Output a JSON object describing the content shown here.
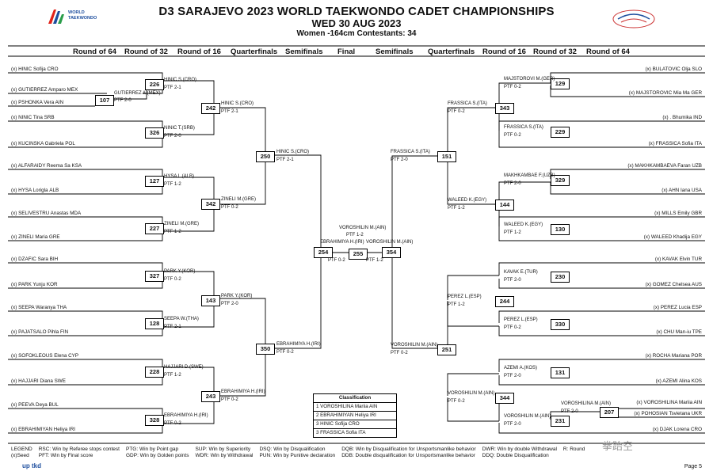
{
  "header": {
    "title": "D3 SARAJEVO 2023 WORLD TAEKWONDO CADET CHAMPIONSHIPS",
    "date": "WED 30 AUG 2023",
    "category": "Women -164cm  Contestants: 34",
    "logo_left_line1": "WORLD",
    "logo_left_line2": "TAEKWONDO"
  },
  "rounds": [
    "Round of 64",
    "Round of 32",
    "Round of 16",
    "Quarterfinals",
    "Semifinals",
    "Final",
    "Semifinals",
    "Quarterfinals",
    "Round of 16",
    "Round of 32",
    "Round of 64"
  ],
  "left_entries": [
    "(x) HINIC Sofija CRO",
    "(x) GUTIERREZ Amparo MEX",
    "(x) PSHONKA Vera AIN",
    "(x) NINIC Tina SRB",
    "(x) KUCINSKA Gabriela POL",
    "(x) ALFARAIDY Reema Sa KSA",
    "(x) HYSA Loriglа ALB",
    "(x) SELIVESTRU Anastas MDA",
    "(x) ZINELI Maria GRE",
    "(x) DZAFIC Sara BIH",
    "(x) PARK Yunju KOR",
    "(x) SEEPA Waranya THA",
    "(x) PAJATSALO Pihla FIN",
    "(x) SOFOKLEOUS Elena CYP",
    "(x) HAJJARI Diana SWE",
    "(x) PEEVA Deya BUL",
    "(x) EBRAHIMIYAN Heliya IRI"
  ],
  "right_entries": [
    "(x) BULATOVIC Olja SLO",
    "(x) MAJSTOROVIC Mia Ma GER",
    "(x) . Bhumika IND",
    "(x) FRASSICA Sofia ITA",
    "(x) MAKHKAMBAEVA Faran UZB",
    "(x) AHN Iana USA",
    "(x) MILLS Emily GBR",
    "(x) WALEED Khadija EGY",
    "(x) KAVAK Elvin TUR",
    "(x) GOMEZ Chelsea AUS",
    "(x) PEREZ Lucia ESP",
    "(x) CHU Man-iu TPE",
    "(x) ROCHA Mariana POR",
    "(x) AZEMI Alina KOS",
    "(x) VOROSHILINA Mariia AIN",
    "(x) POHOSIAN Tsvietana UKR",
    "(x) DJAK Lorena CRO"
  ],
  "matches": {
    "m107": {
      "num": "107",
      "winner": "GUTIERREZ A.(MEX)",
      "result": "PTF 2-0"
    },
    "m226": {
      "num": "226",
      "winner": "HINIC S.(CRO)",
      "result": "PTF 2-1"
    },
    "m326": {
      "num": "326",
      "winner": "NINIC T.(SRB)",
      "result": "PTF 2-0"
    },
    "m127": {
      "num": "127",
      "winner": "HYSA L.(ALB)",
      "result": "PTF 1-2"
    },
    "m227": {
      "num": "227",
      "winner": "ZINELI M.(GRE)",
      "result": "PTF 1-2"
    },
    "m327": {
      "num": "327",
      "winner": "PARK Y.(KOR)",
      "result": "PTF 0-2"
    },
    "m128": {
      "num": "128",
      "winner": "SEEPA W.(THA)",
      "result": "PTF 2-1"
    },
    "m228": {
      "num": "228",
      "winner": "HAJJARI D.(SWE)",
      "result": "PTF 1-2"
    },
    "m328": {
      "num": "328",
      "winner": "EBRAHIMIYA H.(IRI)",
      "result": "PTF 0-2"
    },
    "m242": {
      "num": "242",
      "winner": "HINIC S.(CRO)",
      "result": "PTF 2-1"
    },
    "m342": {
      "num": "342",
      "winner": "ZINELI M.(GRE)",
      "result": "PTF 0-2"
    },
    "m143": {
      "num": "143",
      "winner": "PARK Y.(KOR)",
      "result": "PTF 2-0"
    },
    "m243": {
      "num": "243",
      "winner": "EBRAHIMIYA H.(IRI)",
      "result": "PTF 0-2"
    },
    "m250": {
      "num": "250",
      "winner": "HINIC S.(CRO)",
      "result": "PTF 2-1"
    },
    "m350": {
      "num": "350",
      "winner": "EBRAHIMIYA H.(IRI)",
      "result": "PTF 0-2"
    },
    "m254": {
      "num": "254",
      "winner": "EBRAHIMIYA H.(IRI)",
      "result": "PTF 0-2"
    },
    "m255": {
      "num": "255",
      "winner": "VOROSHILIN M.(AIN)",
      "result": "PTF 1-2"
    },
    "m354": {
      "num": "354",
      "winner": "VOROSHILIN M.(AIN)",
      "result": "PTF 1-2"
    },
    "m129": {
      "num": "129",
      "winner": "MAJSTOROVI M.(GER)",
      "result": "PTF 0-2"
    },
    "m229": {
      "num": "229",
      "winner": "FRASSICA S.(ITA)",
      "result": "PTF 0-2"
    },
    "m329": {
      "num": "329",
      "winner": "MAKHKAMBAE F.(UZB)",
      "result": "PTF 2-0"
    },
    "m130": {
      "num": "130",
      "winner": "WALEED K.(EGY)",
      "result": "PTF 1-2"
    },
    "m230": {
      "num": "230",
      "winner": "KAVAK E.(TUR)",
      "result": "PTF 2-0"
    },
    "m330": {
      "num": "330",
      "winner": "PEREZ L.(ESP)",
      "result": "PTF 0-2"
    },
    "m131": {
      "num": "131",
      "winner": "AZEMI A.(KOS)",
      "result": "PTF 2-0"
    },
    "m231": {
      "num": "231",
      "winner": "VOROSHILIN M.(AIN)",
      "result": "PTF 2-0"
    },
    "m207": {
      "num": "207",
      "winner": "VOROSHILINA M.(AIN)",
      "result": "PTF 2-0"
    },
    "m343": {
      "num": "343",
      "winner": "FRASSICA S.(ITA)",
      "result": "PTF 0-2"
    },
    "m144": {
      "num": "144",
      "winner": "WALEED K.(EGY)",
      "result": "PTF 1-2"
    },
    "m244": {
      "num": "244",
      "winner": "PEREZ L.(ESP)",
      "result": "PTF 1-2"
    },
    "m344": {
      "num": "344",
      "winner": "VOROSHILIN M.(AIN)",
      "result": "PTF 0-2"
    },
    "m151": {
      "num": "151",
      "winner": "FRASSICA S.(ITA)",
      "result": "PTF 2-0"
    },
    "m251": {
      "num": "251",
      "winner": "VOROSHILIN M.(AIN)",
      "result": "PTF 0-2"
    }
  },
  "classification": {
    "title": "Classification",
    "rows": [
      "1 VOROSHILINA Mariia AIN",
      "2 EBRAHIMIYAN Heliya IRI",
      "3 HINIC Sofija CRO",
      "3 FRASSICA Sofia ITA"
    ]
  },
  "legend": {
    "label": "LEGEND",
    "seed": "(x)Seed",
    "col1": [
      "RSC: Win by Referee stops contest",
      "PFT: Win by Final score"
    ],
    "col2": [
      "PTG: Win by Point gap",
      "GDP: Win by Golden points"
    ],
    "col3": [
      "SUP: Win by Superiority",
      "WDR: Win by Withdrawal"
    ],
    "col4": [
      "DSQ: Win by Disqualification",
      "PUN: Win by Punitive declaration"
    ],
    "col5": [
      "DQB: Win by Disqualification for Unsportsmanlike behavior",
      "DDB: Double disqualification for Unsportsmanlike behavior"
    ],
    "col6": [
      "DWR: Win by double Withdrawal",
      "DDQ: Double Disqualification"
    ],
    "col7": [
      "R: Round",
      ""
    ]
  },
  "footer": {
    "left_logo": "up tkd",
    "page": "Page 5",
    "watermark": "拳跆空"
  }
}
